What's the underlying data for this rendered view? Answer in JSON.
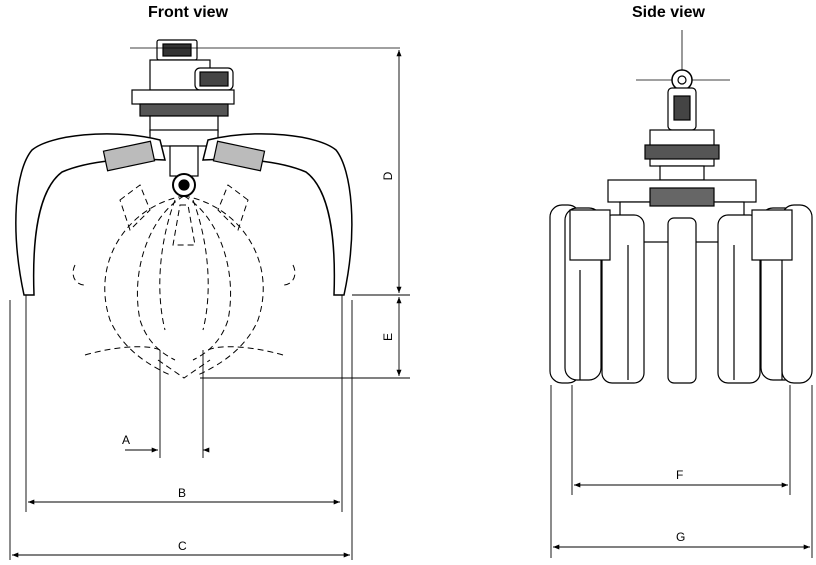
{
  "views": {
    "front_title": "Front view",
    "side_title": "Side view"
  },
  "dimensions": {
    "A": "A",
    "B": "B",
    "C": "C",
    "D": "D",
    "E": "E",
    "F": "F",
    "G": "G"
  }
}
